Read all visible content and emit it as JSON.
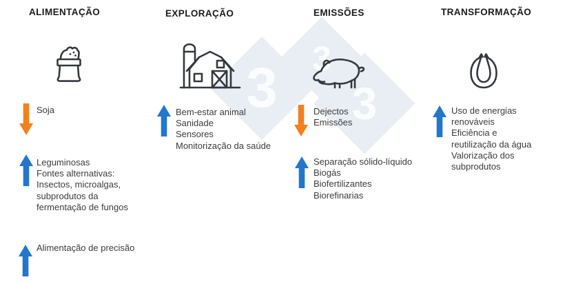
{
  "watermark": {
    "digit": "3"
  },
  "colors": {
    "up_arrow": "#2277cd",
    "down_arrow": "#f2801e",
    "heading": "#1b1b1b",
    "body": "#3b3b3b",
    "icon_stroke": "#33383e",
    "watermark_fill": "#e9edf4",
    "watermark_digit": "#fbfcfe"
  },
  "columns": [
    {
      "id": "alimentacao",
      "title": "ALIMENTAÇÃO",
      "icon": "feed-bag-icon",
      "items": [
        {
          "direction": "down",
          "lines": [
            "Soja"
          ]
        },
        {
          "direction": "up",
          "lines": [
            "Leguminosas",
            "Fontes alternativas:",
            "Insectos, microalgas,",
            "subprodutos da",
            "fermentação de fungos"
          ]
        },
        {
          "direction": "up",
          "lines": [
            "Alimentação de precisão"
          ]
        }
      ]
    },
    {
      "id": "exploracao",
      "title": "EXPLORAÇÃO",
      "icon": "barn-icon",
      "items": [
        {
          "direction": "up",
          "lines": [
            "Bem-estar animal",
            "Sanidade",
            "Sensores",
            "Monitorização da saúde"
          ]
        }
      ]
    },
    {
      "id": "emissoes",
      "title": "EMISSÕES",
      "icon": "pig-icon",
      "items": [
        {
          "direction": "down",
          "lines": [
            "Dejectos",
            "Emissões"
          ]
        },
        {
          "direction": "up",
          "lines": [
            "Separação sólido-líquido",
            "Biogás",
            "Biofertilizantes",
            "Biorefinarias"
          ]
        }
      ]
    },
    {
      "id": "transformacao",
      "title": "TRANSFORMAÇÃO",
      "icon": "sausage-icon",
      "items": [
        {
          "direction": "up",
          "lines": [
            "Uso de energias",
            "renováveis",
            "Eficiência e",
            "reutilização da água",
            "Valorização dos",
            "subprodutos"
          ]
        }
      ]
    }
  ]
}
